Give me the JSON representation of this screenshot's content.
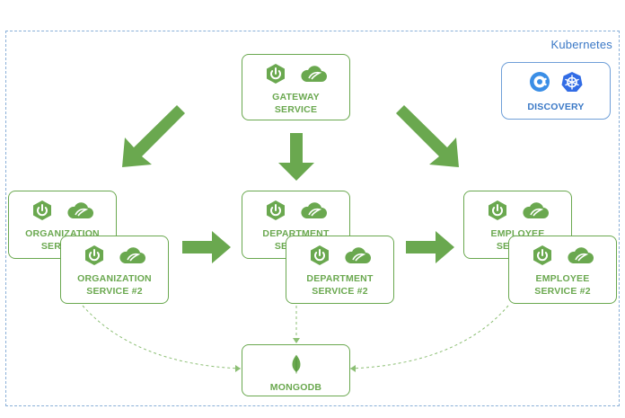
{
  "platform": {
    "label": "Kubernetes"
  },
  "colors": {
    "green": "#6aa84f",
    "blue": "#3a78c6",
    "frame": "#8ab0d8"
  },
  "nodes": {
    "gateway": {
      "line1": "GATEWAY",
      "line2": "SERVICE"
    },
    "discovery": {
      "label": "DISCOVERY"
    },
    "organization1": {
      "line1": "ORGANIZATION",
      "line2": "SERVICE"
    },
    "organization2": {
      "line1": "ORGANIZATION",
      "line2": "SERVICE #2"
    },
    "department1": {
      "line1": "DEPARTMENT",
      "line2": "SERVICE"
    },
    "department2": {
      "line1": "DEPARTMENT",
      "line2": "SERVICE #2"
    },
    "employee1": {
      "line1": "EMPLOYEE",
      "line2": "SERVICE"
    },
    "employee2": {
      "line1": "EMPLOYEE",
      "line2": "SERVICE #2"
    },
    "mongodb": {
      "label": "MONGODB"
    }
  },
  "icons": {
    "service": "spring-boot-power-icon",
    "framework": "spring-cloud-icon",
    "database": "mongodb-leaf-icon",
    "discovery_a": "consul-icon",
    "discovery_b": "kubernetes-helm-icon"
  }
}
